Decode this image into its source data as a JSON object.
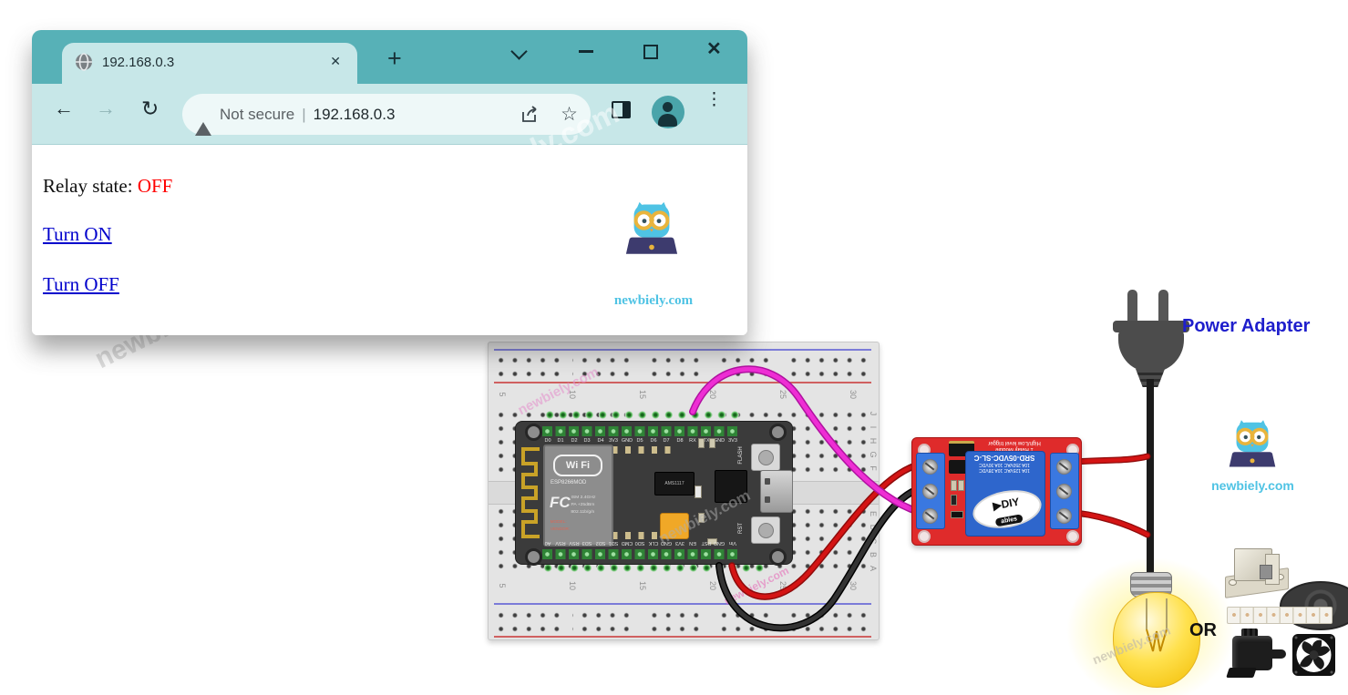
{
  "brand": {
    "site": "newbiely.com"
  },
  "browser": {
    "tab_title": "192.168.0.3",
    "new_tab": "+",
    "close_glyph": "✕",
    "back_glyph": "←",
    "forward_glyph": "→",
    "reload_glyph": "↻",
    "address": {
      "warning_label": "Not secure",
      "divider": "|",
      "url": "192.168.0.3"
    },
    "star_glyph": "☆",
    "menu_glyph": "⋮",
    "page": {
      "state_label": "Relay state:",
      "state_value": "OFF",
      "turn_on": "Turn ON",
      "turn_off": "Turn OFF"
    }
  },
  "breadboard": {
    "column_numbers": [
      "5",
      "10",
      "15",
      "20",
      "25",
      "30"
    ],
    "row_letters_top": [
      "J",
      "I",
      "H",
      "G",
      "F"
    ],
    "row_letters_bottom": [
      "E",
      "D",
      "C",
      "B",
      "A"
    ]
  },
  "nodemcu": {
    "top_pins": [
      "D0",
      "D1",
      "D2",
      "D3",
      "D4",
      "3V3",
      "GND",
      "D5",
      "D6",
      "D7",
      "D8",
      "RX",
      "TX",
      "GND",
      "3V3"
    ],
    "bottom_pins": [
      "A0",
      "RSV",
      "RSV",
      "SD3",
      "SD2",
      "SD1",
      "CMD",
      "SD0",
      "CLK",
      "GND",
      "3V3",
      "EN",
      "RST",
      "GND",
      "Vin"
    ],
    "wifi_logo": "Wi Fi",
    "module_name": "ESP8266MOD",
    "fcc_mark": "FC",
    "model_label": "MODEL:",
    "vendor_label": "VENDOR:",
    "spec1": "ISM 2.4GHz",
    "spec2": "PA +25dBm",
    "spec3": "802.11b/g/n",
    "regulator": "AMS1117",
    "flash_button": "FLASH",
    "reset_button": "RST"
  },
  "relay": {
    "board_line1": "1 Relay Module",
    "board_line2": "High/Low level trigger",
    "model": "SRD-05VDC-SL-C",
    "rating1": "10A 250VAC  10A 30VDC",
    "rating2": "10A 125VAC  10A 28VDC",
    "brand_icon": "▶",
    "brand_diy": "DIY",
    "brand_ables": "ables"
  },
  "annotations": {
    "power_adapter": "Power Adapter",
    "or": "OR"
  },
  "watermark": {
    "full": "newbiely.com",
    "short": "newbiely"
  },
  "colors": {
    "titlebar_teal": "#57b1b7",
    "chrome_light": "#c7e7e8",
    "state_off_red": "#ff0000",
    "link_blue": "#0000cc",
    "label_blue": "#1e1ecc",
    "signal_wire": "#ee2ed4",
    "power_wire": "#d41414",
    "ground_wire": "#2d2d2d",
    "relay_board": "#df2b2b",
    "logo_cyan": "#4fc3e4"
  }
}
